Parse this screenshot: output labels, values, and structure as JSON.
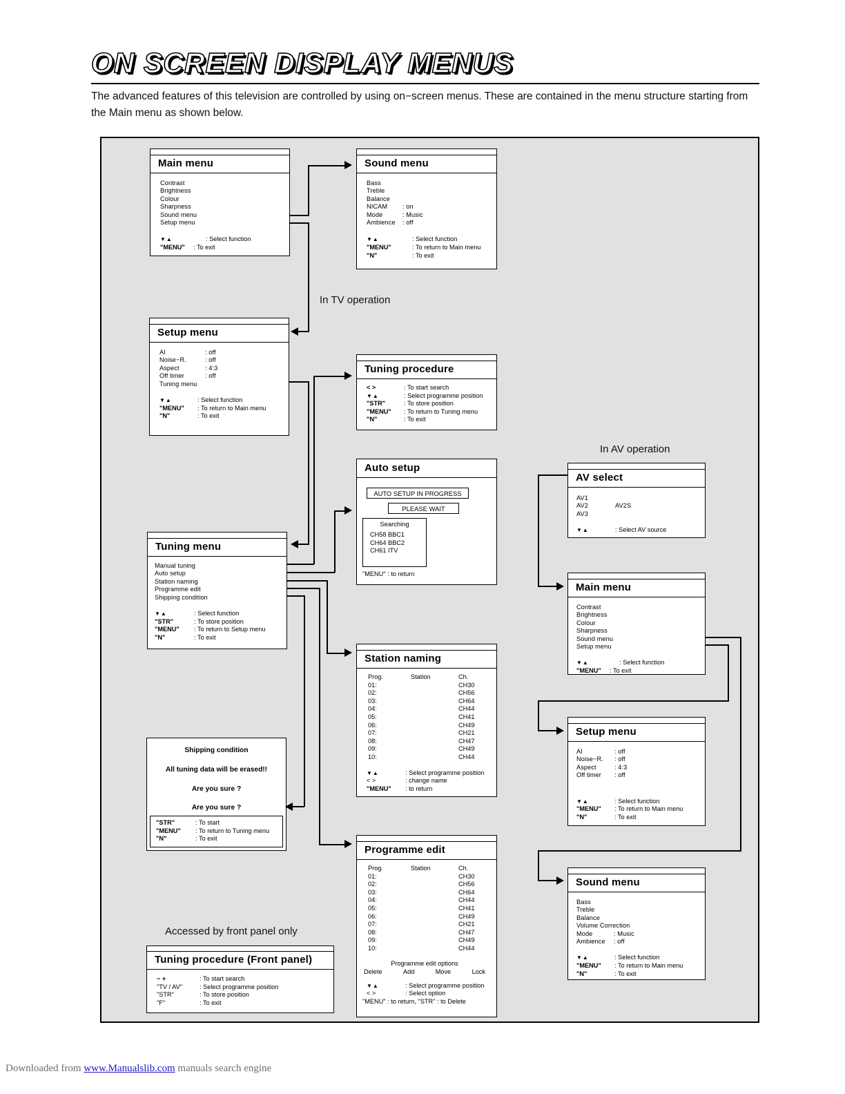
{
  "header": {
    "title": "ON SCREEN DISPLAY MENUS",
    "intro": "The advanced features of this television are controlled by using on−screen menus. These are contained in the menu structure starting from the Main menu as shown below."
  },
  "captions": {
    "tv_operation": "In TV operation",
    "av_operation": "In AV operation",
    "front_panel_only": "Accessed by front panel only"
  },
  "boxes": {
    "main_menu_tv": {
      "title": "Main menu",
      "items": [
        {
          "label": "Contrast",
          "value": ""
        },
        {
          "label": "Brightness",
          "value": ""
        },
        {
          "label": "Colour",
          "value": ""
        },
        {
          "label": "Sharpness",
          "value": ""
        },
        {
          "label": "Sound menu",
          "value": ""
        },
        {
          "label": "Setup menu",
          "value": ""
        }
      ],
      "keys": [
        {
          "key": "▼▲",
          "desc": ": Select function"
        },
        {
          "key": "\"MENU\"",
          "desc": ": To exit"
        }
      ]
    },
    "sound_menu_tv": {
      "title": "Sound menu",
      "items": [
        {
          "label": "Bass",
          "value": ""
        },
        {
          "label": "Treble",
          "value": ""
        },
        {
          "label": "Balance",
          "value": ""
        },
        {
          "label": "NICAM",
          "value": ": on"
        },
        {
          "label": "Mode",
          "value": ": Music"
        },
        {
          "label": "Ambience",
          "value": ": off"
        }
      ],
      "keys": [
        {
          "key": "▼▲",
          "desc": ": Select function"
        },
        {
          "key": "\"MENU\"",
          "desc": ": To return to Main menu"
        },
        {
          "key": "\"N\"",
          "desc": ": To exit"
        }
      ]
    },
    "setup_menu_tv": {
      "title": "Setup menu",
      "items": [
        {
          "label": "AI",
          "value": ": off"
        },
        {
          "label": "Noise−R.",
          "value": ": off"
        },
        {
          "label": "Aspect",
          "value": ": 4:3"
        },
        {
          "label": "Off timer",
          "value": ": off"
        },
        {
          "label": "Tuning menu",
          "value": ""
        }
      ],
      "keys": [
        {
          "key": "▼▲",
          "desc": ": Select function"
        },
        {
          "key": "\"MENU\"",
          "desc": ": To return to Main menu"
        },
        {
          "key": "\"N\"",
          "desc": ": To exit"
        }
      ]
    },
    "tuning_procedure": {
      "title": "Tuning procedure",
      "keys": [
        {
          "key": "<   >",
          "desc": ": To start search"
        },
        {
          "key": "▼▲",
          "desc": ": Select programme position"
        },
        {
          "key": "\"STR\"",
          "desc": ": To store position"
        },
        {
          "key": "\"MENU\"",
          "desc": ": To return to Tuning menu"
        },
        {
          "key": "\"N\"",
          "desc": ": To exit"
        }
      ]
    },
    "auto_setup": {
      "title": "Auto setup",
      "progress_label": "AUTO SETUP IN PROGRESS",
      "wait_label": "PLEASE WAIT",
      "searching_label": "Searching",
      "found": [
        "CH58 BBC1",
        "CH64 BBC2",
        "CH61 ITV"
      ],
      "footer": "\"MENU\" : to return"
    },
    "tuning_menu": {
      "title": "Tuning menu",
      "items": [
        {
          "label": "Manual tuning"
        },
        {
          "label": "Auto setup"
        },
        {
          "label": "Station naming"
        },
        {
          "label": "Programme edit"
        },
        {
          "label": "Shipping condition"
        }
      ],
      "keys": [
        {
          "key": "▼▲",
          "desc": ": Select function"
        },
        {
          "key": "\"STR\"",
          "desc": ": To store position"
        },
        {
          "key": "\"MENU\"",
          "desc": ": To return to Setup menu"
        },
        {
          "key": "\"N\"",
          "desc": ": To exit"
        }
      ]
    },
    "shipping_condition": {
      "title": "Shipping condition",
      "warning": "All tuning data will be erased!!",
      "confirm1": "Are you sure ?",
      "confirm2": "Are you sure ?",
      "keys": [
        {
          "key": "\"STR\"",
          "desc": ": To start"
        },
        {
          "key": "\"MENU\"",
          "desc": ": To return to Tuning menu"
        },
        {
          "key": "\"N\"",
          "desc": ": To exit"
        }
      ]
    },
    "station_naming": {
      "title": "Station naming",
      "columns": [
        "Prog.",
        "Station",
        "Ch."
      ],
      "rows": [
        [
          "01:",
          "",
          "CH30"
        ],
        [
          "02:",
          "",
          "CH56"
        ],
        [
          "03:",
          "",
          "CH64"
        ],
        [
          "04:",
          "",
          "CH44"
        ],
        [
          "05:",
          "",
          "CH41"
        ],
        [
          "06:",
          "",
          "CH49"
        ],
        [
          "07:",
          "",
          "CH21"
        ],
        [
          "08:",
          "",
          "CH47"
        ],
        [
          "09:",
          "",
          "CH49"
        ],
        [
          "10:",
          "",
          "CH44"
        ]
      ],
      "keys": [
        {
          "key": "▼▲",
          "desc": ": Select programme position"
        },
        {
          "key": "<   >",
          "desc": ": change name"
        },
        {
          "key": "\"MENU\"",
          "desc": ": to return"
        }
      ]
    },
    "programme_edit": {
      "title": "Programme edit",
      "columns": [
        "Prog.",
        "Station",
        "Ch."
      ],
      "rows": [
        [
          "01:",
          "",
          "CH30"
        ],
        [
          "02:",
          "",
          "CH56"
        ],
        [
          "03:",
          "",
          "CH64"
        ],
        [
          "04:",
          "",
          "CH44"
        ],
        [
          "05:",
          "",
          "CH41"
        ],
        [
          "06:",
          "",
          "CH49"
        ],
        [
          "07:",
          "",
          "CH21"
        ],
        [
          "08:",
          "",
          "CH47"
        ],
        [
          "09:",
          "",
          "CH49"
        ],
        [
          "10:",
          "",
          "CH44"
        ]
      ],
      "options_title": "Programme edit options",
      "options": [
        "Delete",
        "Add",
        "Move",
        "Lock"
      ],
      "keys": [
        {
          "key": "▼▲",
          "desc": ": Select programme position"
        },
        {
          "key": "<   >",
          "desc": ": Select option"
        }
      ],
      "footer": "\"MENU\" : to return,  \"STR\" : to Delete"
    },
    "tuning_procedure_front": {
      "title": "Tuning procedure (Front panel)",
      "keys": [
        {
          "key": "−   +",
          "desc": ": To start search"
        },
        {
          "key": "\"TV / AV\"",
          "desc": ": Select programme position"
        },
        {
          "key": "\"STR\"",
          "desc": ": To store position"
        },
        {
          "key": "\"F\"",
          "desc": ": To exit"
        }
      ]
    },
    "av_select": {
      "title": "AV select",
      "sources": [
        {
          "label": "AV1",
          "alt": ""
        },
        {
          "label": "AV2",
          "alt": "AV2S"
        },
        {
          "label": "AV3",
          "alt": ""
        }
      ],
      "keys": [
        {
          "key": "▼▲",
          "desc": ": Select AV source"
        }
      ]
    },
    "main_menu_av": {
      "title": "Main menu",
      "items": [
        {
          "label": "Contrast",
          "value": ""
        },
        {
          "label": "Brightness",
          "value": ""
        },
        {
          "label": "Colour",
          "value": ""
        },
        {
          "label": "Sharpness",
          "value": ""
        },
        {
          "label": "Sound menu",
          "value": ""
        },
        {
          "label": "Setup menu",
          "value": ""
        }
      ],
      "keys": [
        {
          "key": "▼▲",
          "desc": ": Select function"
        },
        {
          "key": "\"MENU\"",
          "desc": ": To exit"
        }
      ]
    },
    "setup_menu_av": {
      "title": "Setup menu",
      "items": [
        {
          "label": "AI",
          "value": ": off"
        },
        {
          "label": "Noise−R.",
          "value": ": off"
        },
        {
          "label": "Aspect",
          "value": ": 4:3"
        },
        {
          "label": "Off timer",
          "value": ": off"
        }
      ],
      "keys": [
        {
          "key": "▼▲",
          "desc": ": Select function"
        },
        {
          "key": "\"MENU\"",
          "desc": ": To return to Main menu"
        },
        {
          "key": "\"N\"",
          "desc": ": To exit"
        }
      ]
    },
    "sound_menu_av": {
      "title": "Sound menu",
      "items": [
        {
          "label": "Bass",
          "value": ""
        },
        {
          "label": "Treble",
          "value": ""
        },
        {
          "label": "Balance",
          "value": ""
        },
        {
          "label": "Volume Correction",
          "value": ""
        },
        {
          "label": "Mode",
          "value": ": Music"
        },
        {
          "label": "Ambience",
          "value": ": off"
        }
      ],
      "keys": [
        {
          "key": "▼▲",
          "desc": ": Select function"
        },
        {
          "key": "\"MENU\"",
          "desc": ": To return to Main menu"
        },
        {
          "key": "\"N\"",
          "desc": ": To exit"
        }
      ]
    }
  },
  "footer": {
    "prefix": "Downloaded from ",
    "link": "www.Manualslib.com",
    "suffix": " manuals search engine"
  }
}
